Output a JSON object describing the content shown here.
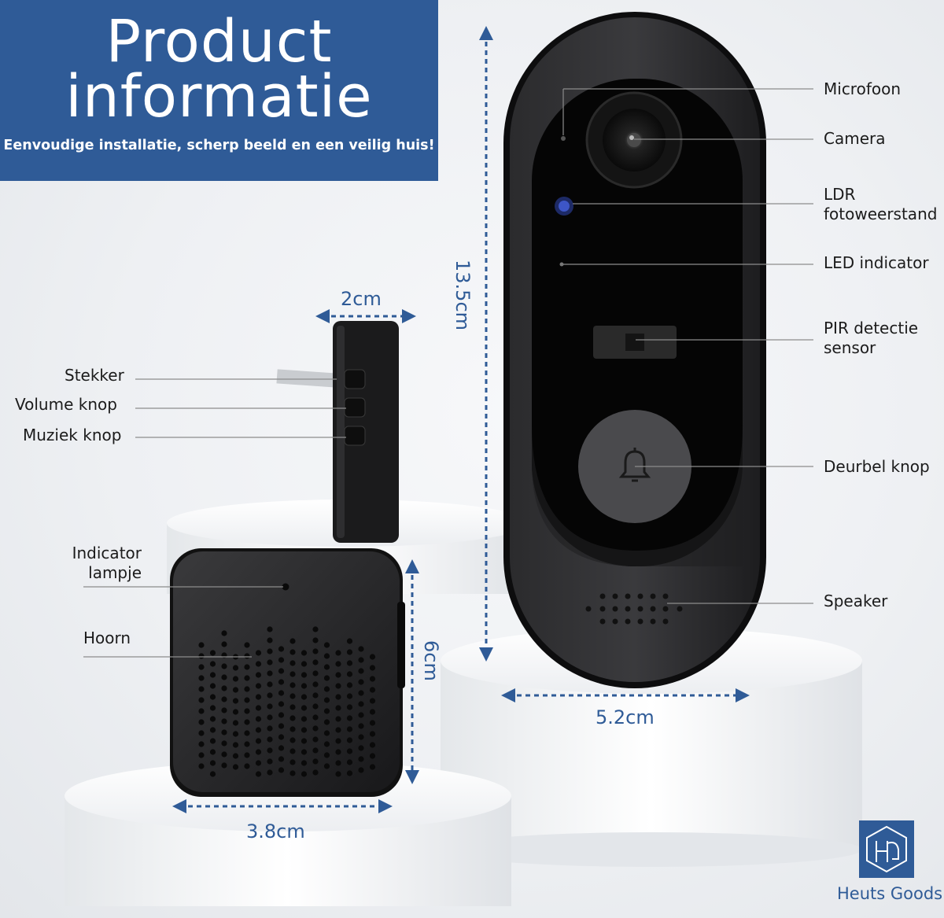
{
  "header": {
    "title_line1": "Product",
    "title_line2": "informatie",
    "subtitle": "Eenvoudige installatie, scherp beeld en een veilig huis!"
  },
  "doorbell_labels": {
    "microphone": "Microfoon",
    "camera": "Camera",
    "ldr_line1": "LDR",
    "ldr_line2": "fotoweerstand",
    "led": "LED indicator",
    "pir_line1": "PIR detectie",
    "pir_line2": "sensor",
    "button": "Deurbel knop",
    "speaker": "Speaker"
  },
  "chime_side_labels": {
    "plug": "Stekker",
    "volume": "Volume knop",
    "music": "Muziek knop"
  },
  "chime_front_labels": {
    "indicator_line1": "Indicator",
    "indicator_line2": "lampje",
    "horn": "Hoorn"
  },
  "dimensions": {
    "doorbell_height": "13.5cm",
    "doorbell_width": "5.2cm",
    "chime_depth": "2cm",
    "chime_height": "6cm",
    "chime_width": "3.8cm"
  },
  "brand": {
    "name": "Heuts Goods",
    "color": "#2f5b97"
  },
  "colors": {
    "accent": "#2f5b97",
    "device": "#111111"
  }
}
